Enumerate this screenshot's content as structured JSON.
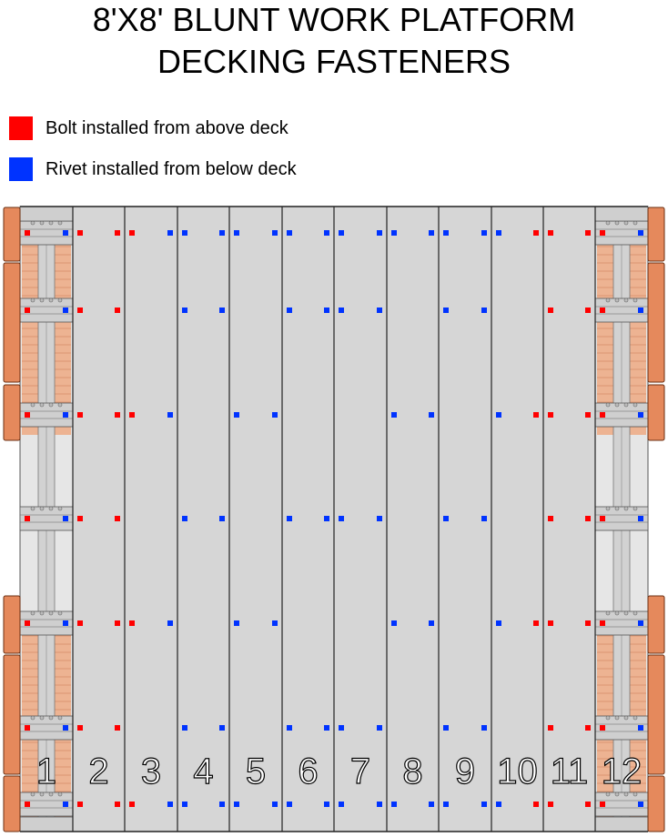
{
  "title": {
    "line1": "8'X8' BLUNT WORK PLATFORM",
    "line2": "DECKING FASTENERS"
  },
  "colors": {
    "bolt": "#ff0000",
    "rivet": "#0033ff",
    "board": "#d6d6d6",
    "frame": "#e6e6e6",
    "wood": "#e5895c",
    "outline": "#222222"
  },
  "legend": [
    {
      "label": "Bolt installed from above deck",
      "kind": "bolt"
    },
    {
      "label": "Rivet installed from below deck",
      "kind": "rivet"
    }
  ],
  "boards": [
    {
      "number": "1",
      "rows": [
        [
          "R",
          "B"
        ],
        [
          "R",
          "B"
        ],
        [
          "R",
          "B"
        ],
        [
          "R",
          "B"
        ],
        [
          "R",
          "B"
        ],
        [
          "R",
          "B"
        ],
        [
          "R",
          "B"
        ]
      ]
    },
    {
      "number": "2",
      "rows": [
        [
          "R",
          "R"
        ],
        [
          "R",
          "R"
        ],
        [
          "R",
          "R"
        ],
        [
          "R",
          "R"
        ],
        [
          "R",
          "R"
        ],
        [
          "R",
          "R"
        ],
        [
          "R",
          "R"
        ]
      ]
    },
    {
      "number": "3",
      "rows": [
        [
          "R",
          "B"
        ],
        null,
        [
          "R",
          "B"
        ],
        null,
        [
          "R",
          "B"
        ],
        null,
        [
          "R",
          "B"
        ]
      ]
    },
    {
      "number": "4",
      "rows": [
        [
          "B",
          "B"
        ],
        [
          "B",
          "B"
        ],
        null,
        [
          "B",
          "B"
        ],
        null,
        [
          "B",
          "B"
        ],
        [
          "B",
          "B"
        ]
      ]
    },
    {
      "number": "5",
      "rows": [
        [
          "B",
          "B"
        ],
        null,
        [
          "B",
          "B"
        ],
        null,
        [
          "B",
          "B"
        ],
        null,
        [
          "B",
          "B"
        ]
      ]
    },
    {
      "number": "6",
      "rows": [
        [
          "B",
          "B"
        ],
        [
          "B",
          "B"
        ],
        null,
        [
          "B",
          "B"
        ],
        null,
        [
          "B",
          "B"
        ],
        [
          "B",
          "B"
        ]
      ]
    },
    {
      "number": "7",
      "rows": [
        [
          "B",
          "B"
        ],
        [
          "B",
          "B"
        ],
        null,
        [
          "B",
          "B"
        ],
        null,
        [
          "B",
          "B"
        ],
        [
          "B",
          "B"
        ]
      ]
    },
    {
      "number": "8",
      "rows": [
        [
          "B",
          "B"
        ],
        null,
        [
          "B",
          "B"
        ],
        null,
        [
          "B",
          "B"
        ],
        null,
        [
          "B",
          "B"
        ]
      ]
    },
    {
      "number": "9",
      "rows": [
        [
          "B",
          "B"
        ],
        [
          "B",
          "B"
        ],
        null,
        [
          "B",
          "B"
        ],
        null,
        [
          "B",
          "B"
        ],
        [
          "B",
          "B"
        ]
      ]
    },
    {
      "number": "10",
      "rows": [
        [
          "B",
          "R"
        ],
        null,
        [
          "B",
          "R"
        ],
        null,
        [
          "B",
          "R"
        ],
        null,
        [
          "B",
          "R"
        ]
      ]
    },
    {
      "number": "11",
      "rows": [
        [
          "R",
          "R"
        ],
        [
          "R",
          "R"
        ],
        [
          "R",
          "R"
        ],
        [
          "R",
          "R"
        ],
        [
          "R",
          "R"
        ],
        [
          "R",
          "R"
        ],
        [
          "R",
          "R"
        ]
      ]
    },
    {
      "number": "12",
      "rows": [
        [
          "R",
          "B"
        ],
        [
          "R",
          "B"
        ],
        [
          "R",
          "B"
        ],
        [
          "R",
          "B"
        ],
        [
          "R",
          "B"
        ],
        [
          "R",
          "B"
        ],
        [
          "R",
          "B"
        ]
      ]
    }
  ]
}
